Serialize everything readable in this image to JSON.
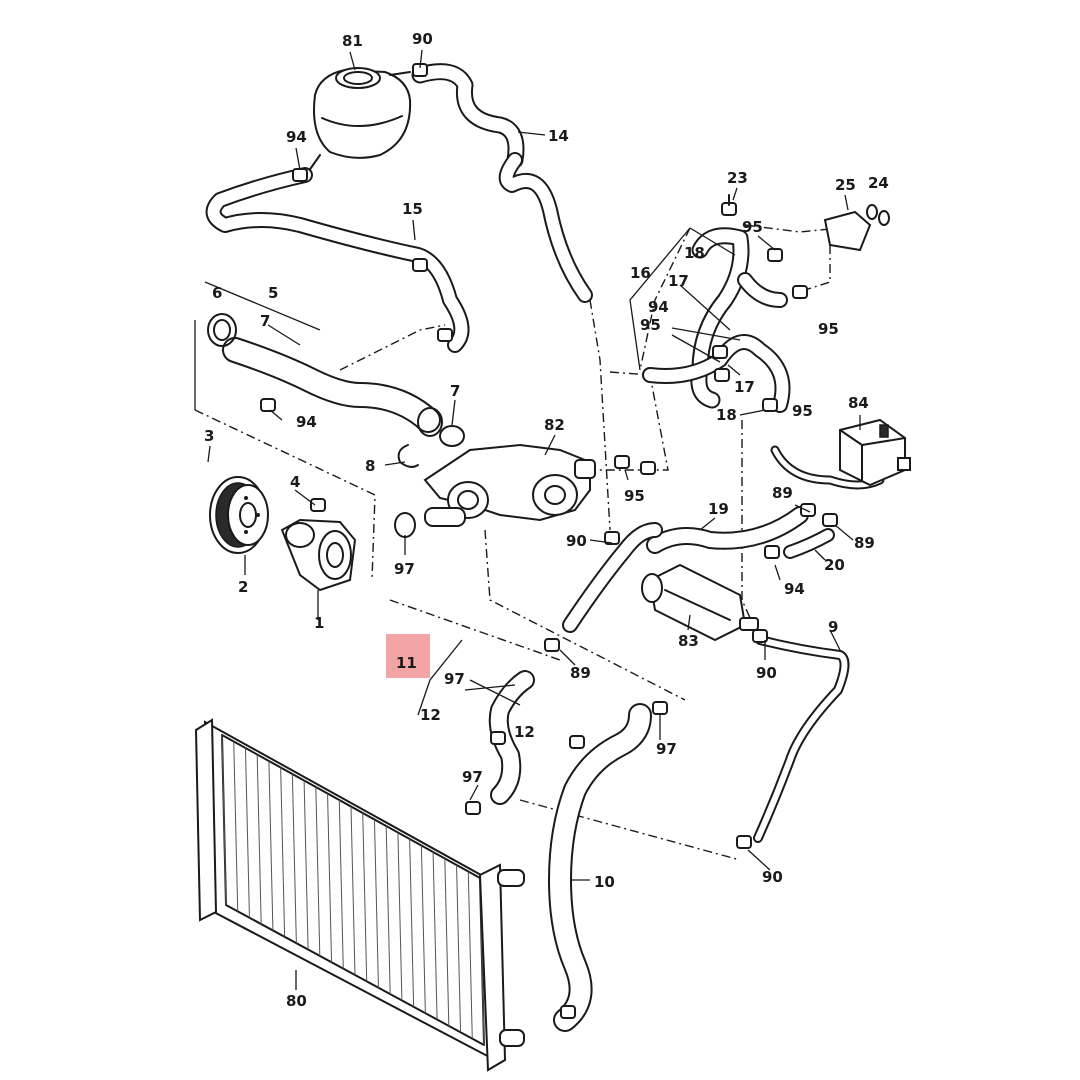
{
  "diagram": {
    "highlight_color": "#f29a9a",
    "line_color": "#1a1a1a",
    "highlighted_label": "11",
    "labels": [
      {
        "id": "p81",
        "text": "81"
      },
      {
        "id": "p90a",
        "text": "90"
      },
      {
        "id": "p14",
        "text": "14"
      },
      {
        "id": "p94a",
        "text": "94"
      },
      {
        "id": "p15",
        "text": "15"
      },
      {
        "id": "p23",
        "text": "23"
      },
      {
        "id": "p25",
        "text": "25"
      },
      {
        "id": "p24",
        "text": "24"
      },
      {
        "id": "p95a",
        "text": "95"
      },
      {
        "id": "p18a",
        "text": "18"
      },
      {
        "id": "p16",
        "text": "16"
      },
      {
        "id": "p17a",
        "text": "17"
      },
      {
        "id": "p95b",
        "text": "95"
      },
      {
        "id": "p94b",
        "text": "94"
      },
      {
        "id": "p95c",
        "text": "95"
      },
      {
        "id": "p17b",
        "text": "17"
      },
      {
        "id": "p18b",
        "text": "18"
      },
      {
        "id": "p95d",
        "text": "95"
      },
      {
        "id": "p6",
        "text": "6"
      },
      {
        "id": "p5",
        "text": "5"
      },
      {
        "id": "p7a",
        "text": "7"
      },
      {
        "id": "p94c",
        "text": "94"
      },
      {
        "id": "p7b",
        "text": "7"
      },
      {
        "id": "p82",
        "text": "82"
      },
      {
        "id": "p84",
        "text": "84"
      },
      {
        "id": "p3",
        "text": "3"
      },
      {
        "id": "p8",
        "text": "8"
      },
      {
        "id": "p4",
        "text": "4"
      },
      {
        "id": "p95e",
        "text": "95"
      },
      {
        "id": "p19",
        "text": "19"
      },
      {
        "id": "p89a",
        "text": "89"
      },
      {
        "id": "p89b",
        "text": "89"
      },
      {
        "id": "p90b",
        "text": "90"
      },
      {
        "id": "p20",
        "text": "20"
      },
      {
        "id": "p94d",
        "text": "94"
      },
      {
        "id": "p2",
        "text": "2"
      },
      {
        "id": "p97a",
        "text": "97"
      },
      {
        "id": "p1",
        "text": "1"
      },
      {
        "id": "p83",
        "text": "83"
      },
      {
        "id": "p9",
        "text": "9"
      },
      {
        "id": "p90c",
        "text": "90"
      },
      {
        "id": "p89c",
        "text": "89"
      },
      {
        "id": "p97b",
        "text": "97"
      },
      {
        "id": "p12a",
        "text": "12"
      },
      {
        "id": "p12b",
        "text": "12"
      },
      {
        "id": "p97c",
        "text": "97"
      },
      {
        "id": "p97d",
        "text": "97"
      },
      {
        "id": "p10",
        "text": "10"
      },
      {
        "id": "p90d",
        "text": "90"
      },
      {
        "id": "p80",
        "text": "80"
      }
    ]
  }
}
